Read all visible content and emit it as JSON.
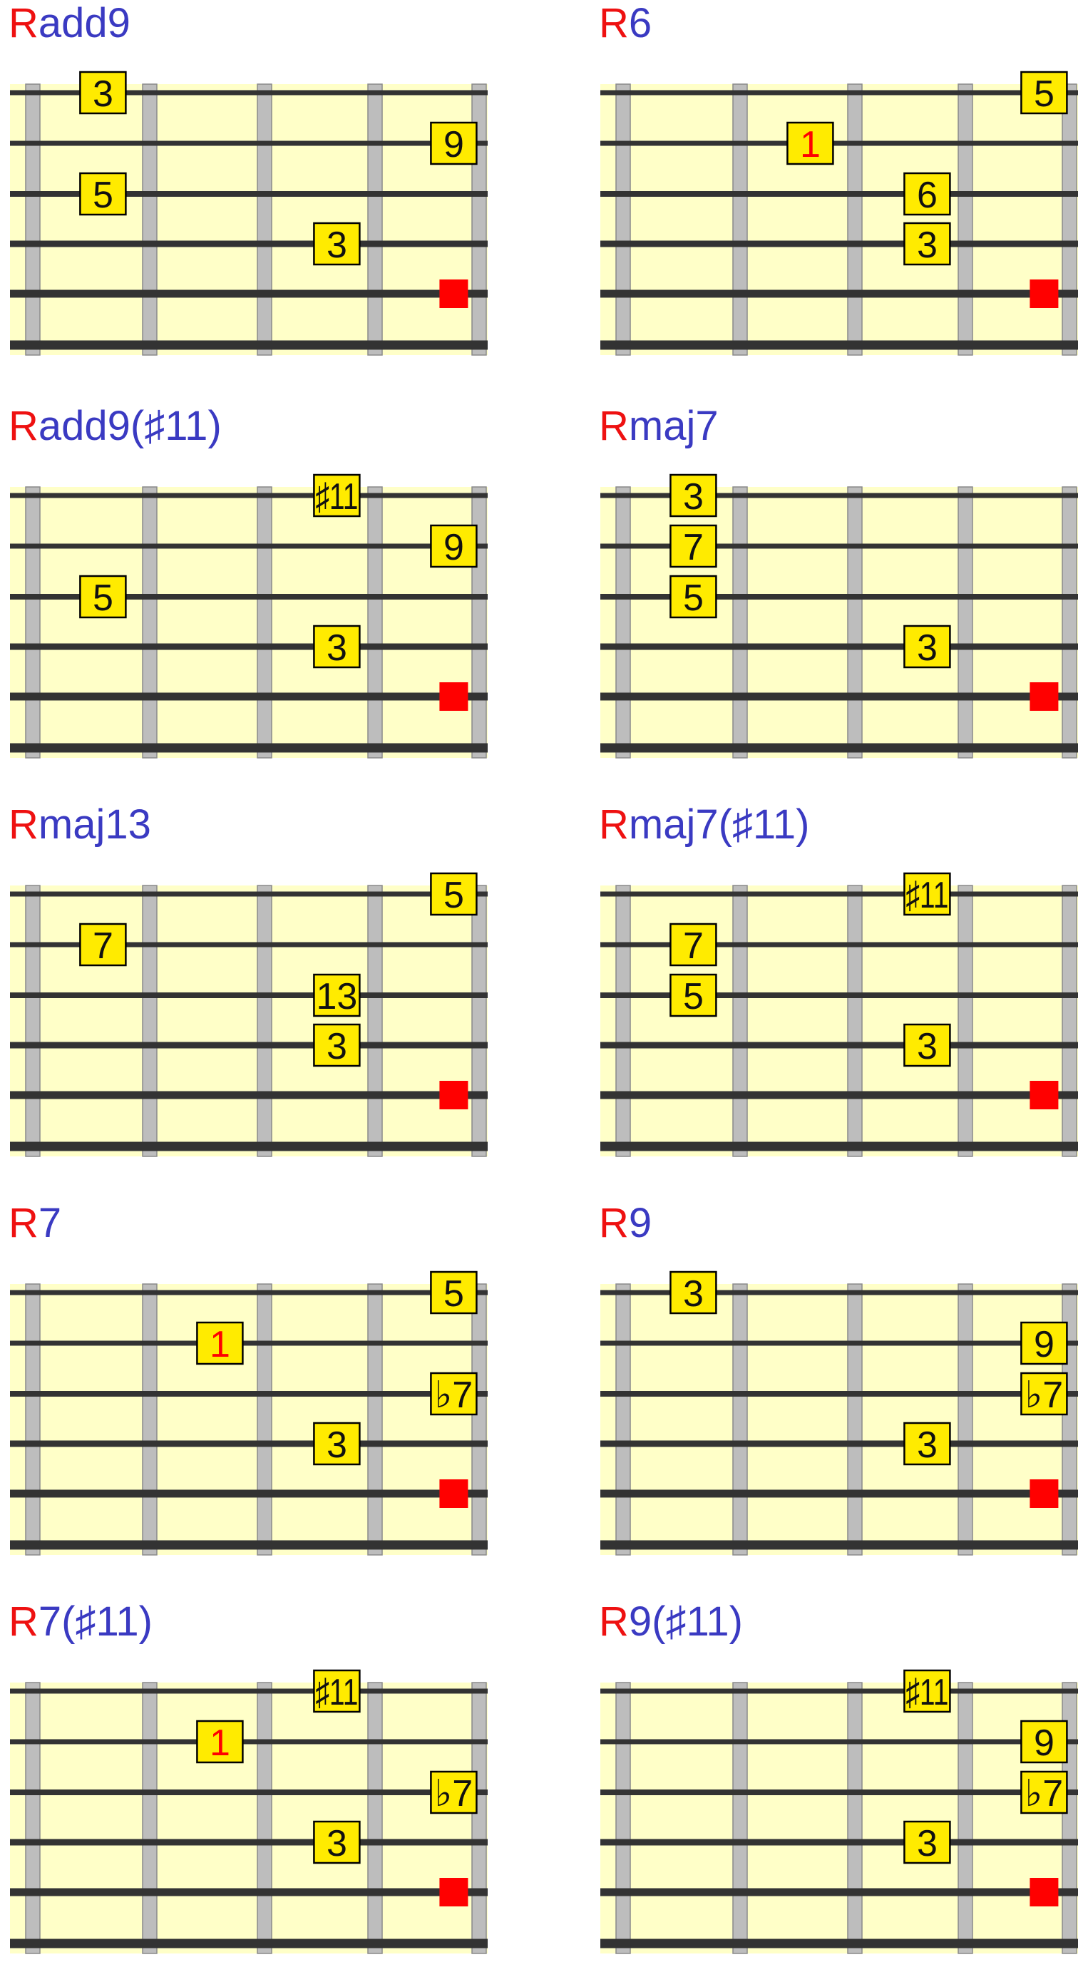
{
  "colors": {
    "root": "#ee1111",
    "quality": "#3a3ac2",
    "board": "#ffffc8",
    "fret": "#bdbdbd",
    "fret_edge": "#8a8a8a",
    "string": "#333333",
    "marker": "#ffeb00",
    "root_marker": "#ff0000"
  },
  "chord_data": [
    {
      "root": "R",
      "quality": "add9",
      "notes": [
        {
          "s": 0,
          "f": 0.6,
          "label": "3"
        },
        {
          "s": 1,
          "f": 3.6,
          "label": "9"
        },
        {
          "s": 2,
          "f": 0.6,
          "label": "5"
        },
        {
          "s": 3,
          "f": 2.6,
          "label": "3"
        },
        {
          "s": 4,
          "f": 3.6,
          "label": "",
          "root": true
        }
      ]
    },
    {
      "root": "R",
      "quality": "6",
      "notes": [
        {
          "s": 0,
          "f": 3.6,
          "label": "5"
        },
        {
          "s": 1,
          "f": 1.6,
          "label": "1",
          "red": true
        },
        {
          "s": 2,
          "f": 2.6,
          "label": "6"
        },
        {
          "s": 3,
          "f": 2.6,
          "label": "3"
        },
        {
          "s": 4,
          "f": 3.6,
          "label": "",
          "root": true
        }
      ]
    },
    {
      "root": "R",
      "quality": "add9(♯11)",
      "notes": [
        {
          "s": 0,
          "f": 2.6,
          "label": "♯11"
        },
        {
          "s": 1,
          "f": 3.6,
          "label": "9"
        },
        {
          "s": 2,
          "f": 0.6,
          "label": "5"
        },
        {
          "s": 3,
          "f": 2.6,
          "label": "3"
        },
        {
          "s": 4,
          "f": 3.6,
          "label": "",
          "root": true
        }
      ]
    },
    {
      "root": "R",
      "quality": "maj7",
      "notes": [
        {
          "s": 0,
          "f": 0.6,
          "label": "3"
        },
        {
          "s": 1,
          "f": 0.6,
          "label": "7"
        },
        {
          "s": 2,
          "f": 0.6,
          "label": "5"
        },
        {
          "s": 3,
          "f": 2.6,
          "label": "3"
        },
        {
          "s": 4,
          "f": 3.6,
          "label": "",
          "root": true
        }
      ]
    },
    {
      "root": "R",
      "quality": "maj13",
      "notes": [
        {
          "s": 0,
          "f": 3.6,
          "label": "5"
        },
        {
          "s": 1,
          "f": 0.6,
          "label": "7"
        },
        {
          "s": 2,
          "f": 2.6,
          "label": "13"
        },
        {
          "s": 3,
          "f": 2.6,
          "label": "3"
        },
        {
          "s": 4,
          "f": 3.6,
          "label": "",
          "root": true
        }
      ]
    },
    {
      "root": "R",
      "quality": "maj7(♯11)",
      "notes": [
        {
          "s": 0,
          "f": 2.6,
          "label": "♯11"
        },
        {
          "s": 1,
          "f": 0.6,
          "label": "7"
        },
        {
          "s": 2,
          "f": 0.6,
          "label": "5"
        },
        {
          "s": 3,
          "f": 2.6,
          "label": "3"
        },
        {
          "s": 4,
          "f": 3.6,
          "label": "",
          "root": true
        }
      ]
    },
    {
      "root": "R",
      "quality": "7",
      "notes": [
        {
          "s": 0,
          "f": 3.6,
          "label": "5"
        },
        {
          "s": 1,
          "f": 1.6,
          "label": "1",
          "red": true
        },
        {
          "s": 2,
          "f": 3.6,
          "label": "♭7"
        },
        {
          "s": 3,
          "f": 2.6,
          "label": "3"
        },
        {
          "s": 4,
          "f": 3.6,
          "label": "",
          "root": true
        }
      ]
    },
    {
      "root": "R",
      "quality": "9",
      "notes": [
        {
          "s": 0,
          "f": 0.6,
          "label": "3"
        },
        {
          "s": 1,
          "f": 3.6,
          "label": "9"
        },
        {
          "s": 2,
          "f": 3.6,
          "label": "♭7"
        },
        {
          "s": 3,
          "f": 2.6,
          "label": "3"
        },
        {
          "s": 4,
          "f": 3.6,
          "label": "",
          "root": true
        }
      ]
    },
    {
      "root": "R",
      "quality": "7(♯11)",
      "notes": [
        {
          "s": 0,
          "f": 2.6,
          "label": "♯11"
        },
        {
          "s": 1,
          "f": 1.6,
          "label": "1",
          "red": true
        },
        {
          "s": 2,
          "f": 3.6,
          "label": "♭7"
        },
        {
          "s": 3,
          "f": 2.6,
          "label": "3"
        },
        {
          "s": 4,
          "f": 3.6,
          "label": "",
          "root": true
        }
      ]
    },
    {
      "root": "R",
      "quality": "9(♯11)",
      "notes": [
        {
          "s": 0,
          "f": 2.6,
          "label": "♯11"
        },
        {
          "s": 1,
          "f": 3.6,
          "label": "9"
        },
        {
          "s": 2,
          "f": 3.6,
          "label": "♭7"
        },
        {
          "s": 3,
          "f": 2.6,
          "label": "3"
        },
        {
          "s": 4,
          "f": 3.6,
          "label": "",
          "root": true
        }
      ]
    }
  ]
}
